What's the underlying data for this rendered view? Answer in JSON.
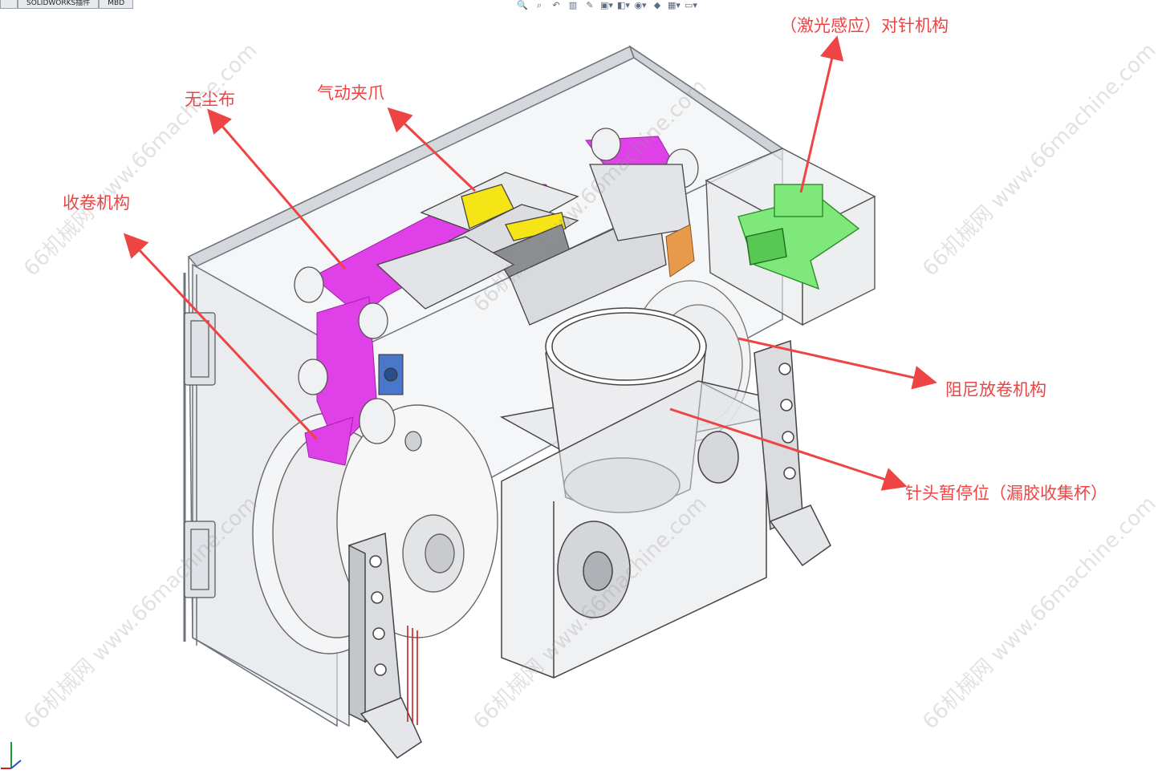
{
  "tabs": [
    "",
    "SOLIDWORKS插件",
    "MBD"
  ],
  "toolbar_icons": [
    "zoom-to-fit-icon",
    "zoom-area-icon",
    "previous-view-icon",
    "section-view-icon",
    "dynamic-annotation-icon",
    "view-orientation-icon",
    "display-style-icon",
    "hide-show-items-icon",
    "edit-appearance-icon",
    "apply-scene-icon",
    "view-settings-icon"
  ],
  "callouts": {
    "wiper": "无尘布",
    "gripper": "气动夹爪",
    "laser": "（激光感应）对针机构",
    "rewind": "收卷机构",
    "unwind": "阻尼放卷机构",
    "cup": "针头暂停位（漏胶收集杯）"
  },
  "watermark": "66机械网 www.66machine.com",
  "colors": {
    "callout": "#ef4444",
    "tape": "#e040e8",
    "gripper": "#f5e416",
    "laser_block": "#7ee87a",
    "orange": "#e79a4a"
  }
}
